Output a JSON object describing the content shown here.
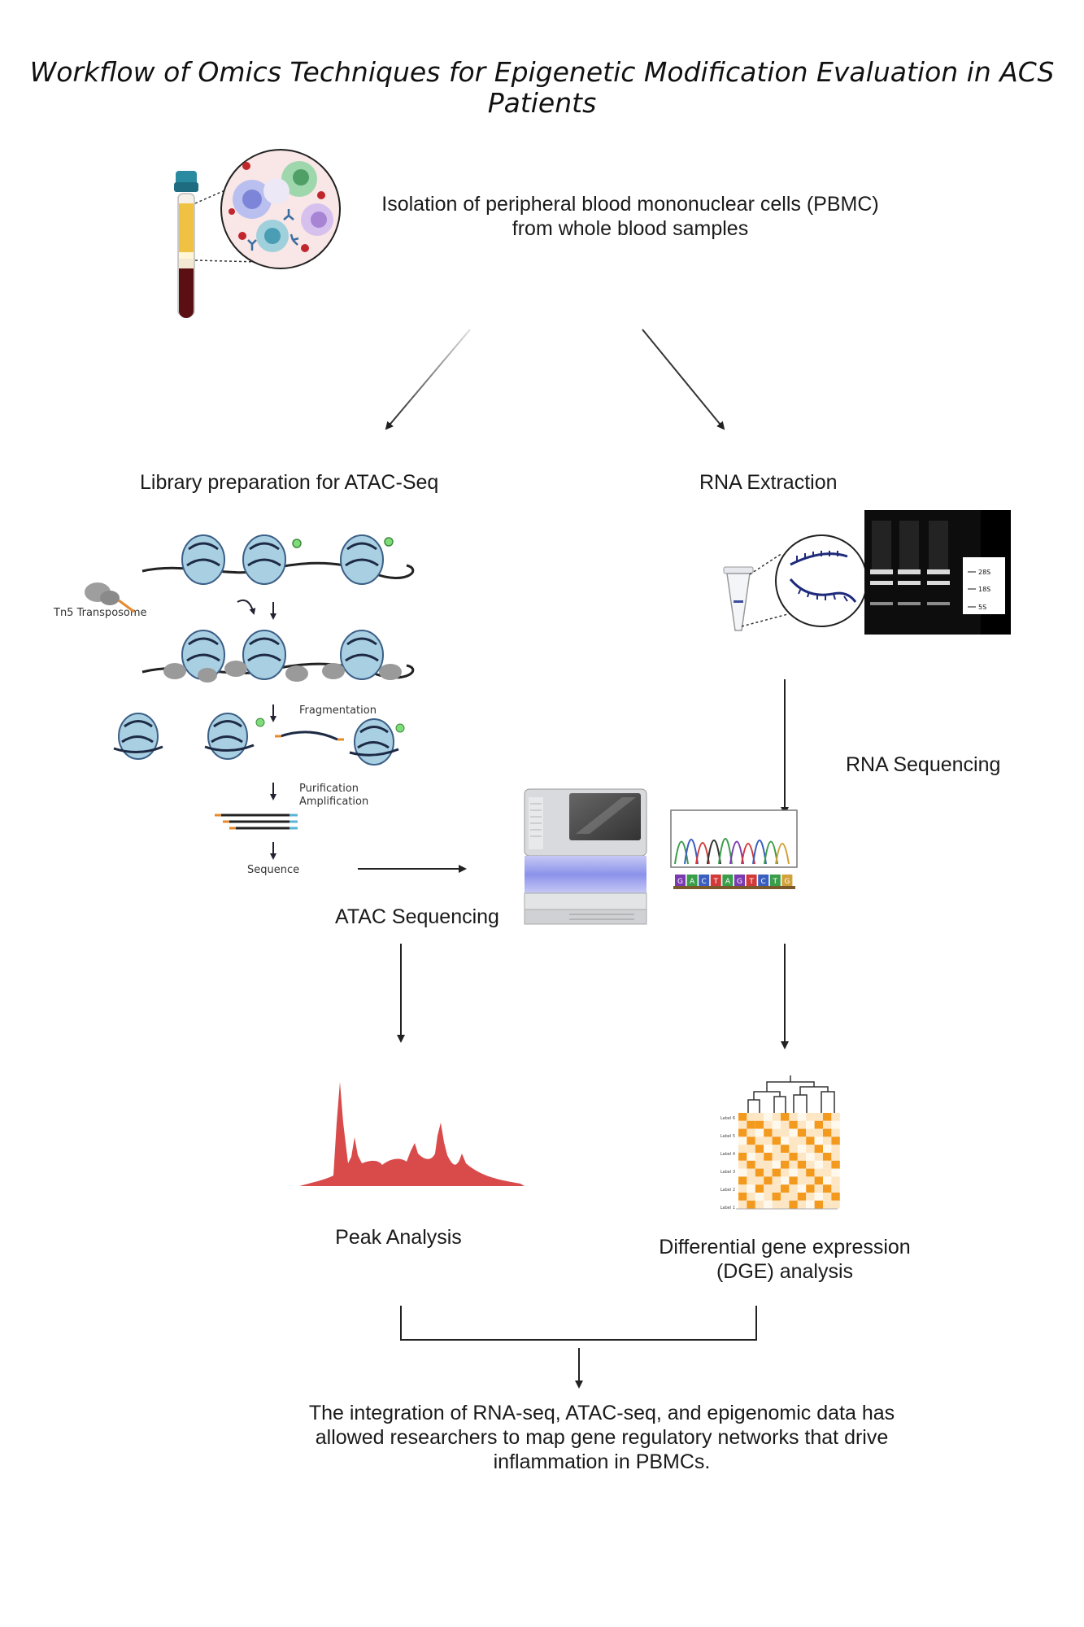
{
  "title": "Workflow of Omics Techniques for Epigenetic Modification Evaluation in ACS Patients",
  "steps": {
    "pbmc": "Isolation of peripheral blood mononuclear cells (PBMC) from whole blood samples",
    "atac_lib": "Library preparation for ATAC-Seq",
    "rna_extraction": "RNA Extraction",
    "rna_seq": "RNA Sequencing",
    "atac_seq": "ATAC Sequencing",
    "peak": "Peak Analysis",
    "dge": "Differential gene expression (DGE) analysis",
    "integration": "The integration of RNA-seq, ATAC-seq, and epigenomic data has allowed researchers to map gene regulatory networks that drive inflammation in PBMCs."
  },
  "atac_panel": {
    "tn5": "Tn5 Transposome",
    "fragmentation": "Fragmentation",
    "purification": "Purification",
    "amplification": "Amplification",
    "sequence": "Sequence"
  },
  "gel_labels": [
    "28S",
    "18S",
    "5S"
  ],
  "dna_letters": [
    "G",
    "A",
    "C",
    "T",
    "A",
    "G",
    "T",
    "C",
    "T",
    "G"
  ],
  "heatmap_labels": [
    "Label 6",
    "Label 5",
    "Label 4",
    "Label 3",
    "Label 2",
    "Label 1"
  ],
  "colors": {
    "peak": "#d94a4a",
    "heat_strong": "#f39a1e",
    "heat_light": "#fde6c4",
    "blood": "#5a0f12",
    "plasma": "#f0c243"
  }
}
